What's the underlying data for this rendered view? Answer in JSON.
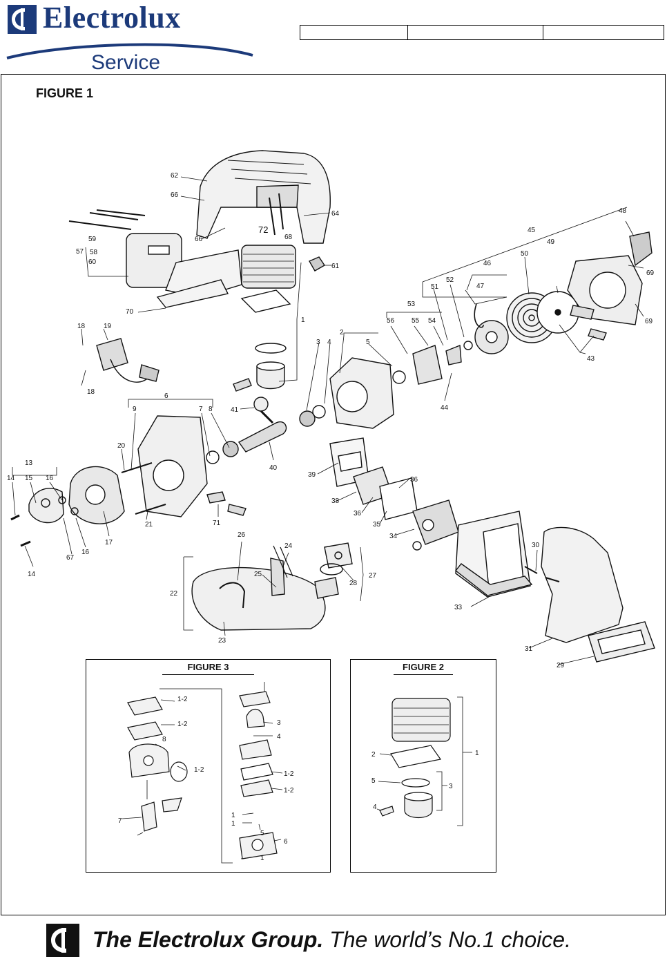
{
  "header": {
    "brand": "Electrolux",
    "brand_sub": "Service"
  },
  "main": {
    "figure_title": "FIGURE 1",
    "callouts_fig1": [
      "62",
      "66",
      "64",
      "72",
      "68",
      "66",
      "57",
      "59",
      "58",
      "60",
      "61",
      "70",
      "1",
      "45",
      "48",
      "49",
      "50",
      "46",
      "47",
      "69",
      "69",
      "52",
      "51",
      "53",
      "56",
      "55",
      "54",
      "43",
      "44",
      "18",
      "19",
      "18",
      "2",
      "3",
      "4",
      "5",
      "41",
      "40",
      "6",
      "9",
      "7",
      "8",
      "20",
      "13",
      "14",
      "15",
      "16",
      "14",
      "67",
      "16",
      "17",
      "21",
      "71",
      "39",
      "36",
      "38",
      "36",
      "35",
      "34",
      "26",
      "24",
      "25",
      "28",
      "27",
      "22",
      "23",
      "33",
      "30",
      "31",
      "29"
    ]
  },
  "figure3": {
    "title": "FIGURE 3",
    "callouts": [
      "1-2",
      "1-2",
      "8",
      "1-2",
      "7",
      "3",
      "4",
      "1-2",
      "1-2",
      "1",
      "1",
      "5",
      "6",
      "1"
    ]
  },
  "figure2": {
    "title": "FIGURE 2",
    "callouts": [
      "1",
      "2",
      "5",
      "3",
      "4"
    ]
  },
  "footer": {
    "group": "The Electrolux Group.",
    "slogan": "The world’s No.1 choice."
  },
  "colors": {
    "brand_blue": "#1c3a7a",
    "line": "#111111"
  }
}
